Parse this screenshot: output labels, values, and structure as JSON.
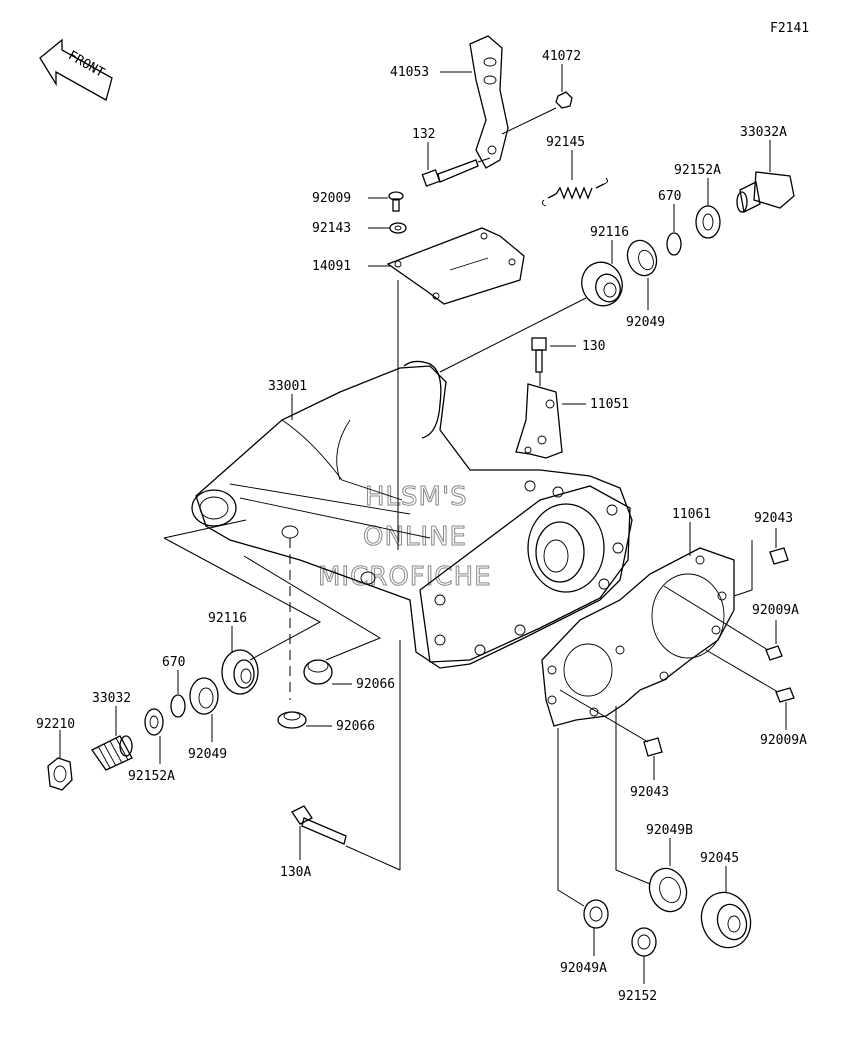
{
  "figure_code": "F2141",
  "front_label": "FRONT",
  "watermark": [
    "HLSM'S",
    "ONLINE",
    "MICROFICHE"
  ],
  "labels": {
    "p41053": "41053",
    "p41072": "41072",
    "p132": "132",
    "p92145": "92145",
    "p33032A": "33032A",
    "p92152A_top": "92152A",
    "p670_top": "670",
    "p92009_top": "92009",
    "p92143": "92143",
    "p92116_top": "92116",
    "p14091": "14091",
    "p92049_top": "92049",
    "p130": "130",
    "p11051": "11051",
    "p33001": "33001",
    "p11061": "11061",
    "p92043_top": "92043",
    "p92009A_1": "92009A",
    "p92009A_2": "92009A",
    "p92116_left": "92116",
    "p670_left": "670",
    "p92066_1": "92066",
    "p92066_2": "92066",
    "p33032": "33032",
    "p92210": "92210",
    "p92049_left": "92049",
    "p92152A_left": "92152A",
    "p92043_bottom": "92043",
    "p130A": "130A",
    "p92049B": "92049B",
    "p92045": "92045",
    "p92049A": "92049A",
    "p92152": "92152"
  }
}
